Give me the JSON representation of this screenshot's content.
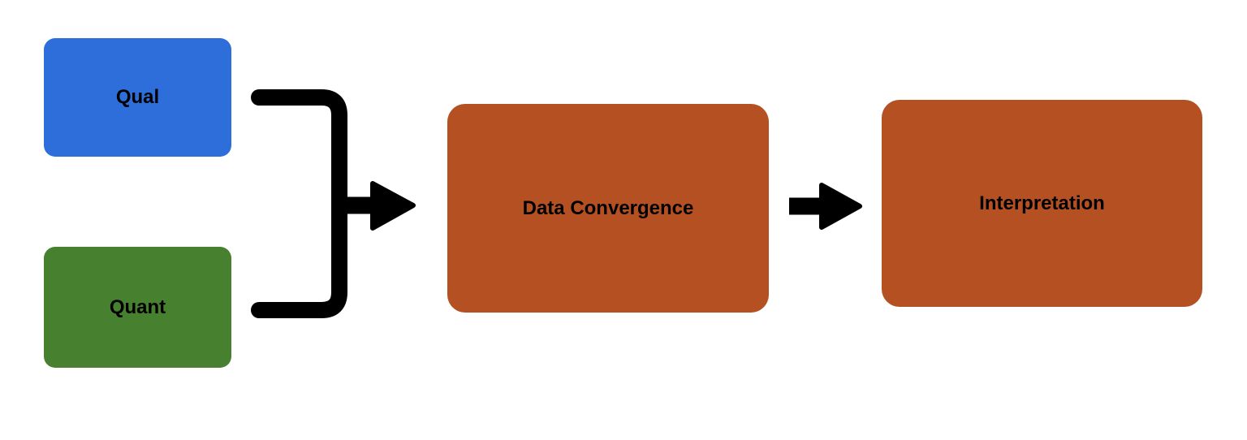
{
  "diagram": {
    "background_color": "#ffffff",
    "connector_color": "#000000",
    "nodes": {
      "qual": {
        "label": "Qual",
        "color": "#2d6edb"
      },
      "quant": {
        "label": "Quant",
        "color": "#47812f"
      },
      "data_convergence": {
        "label": "Data Convergence",
        "color": "#b55022"
      },
      "interpretation": {
        "label": "Interpretation",
        "color": "#b55022"
      }
    }
  }
}
